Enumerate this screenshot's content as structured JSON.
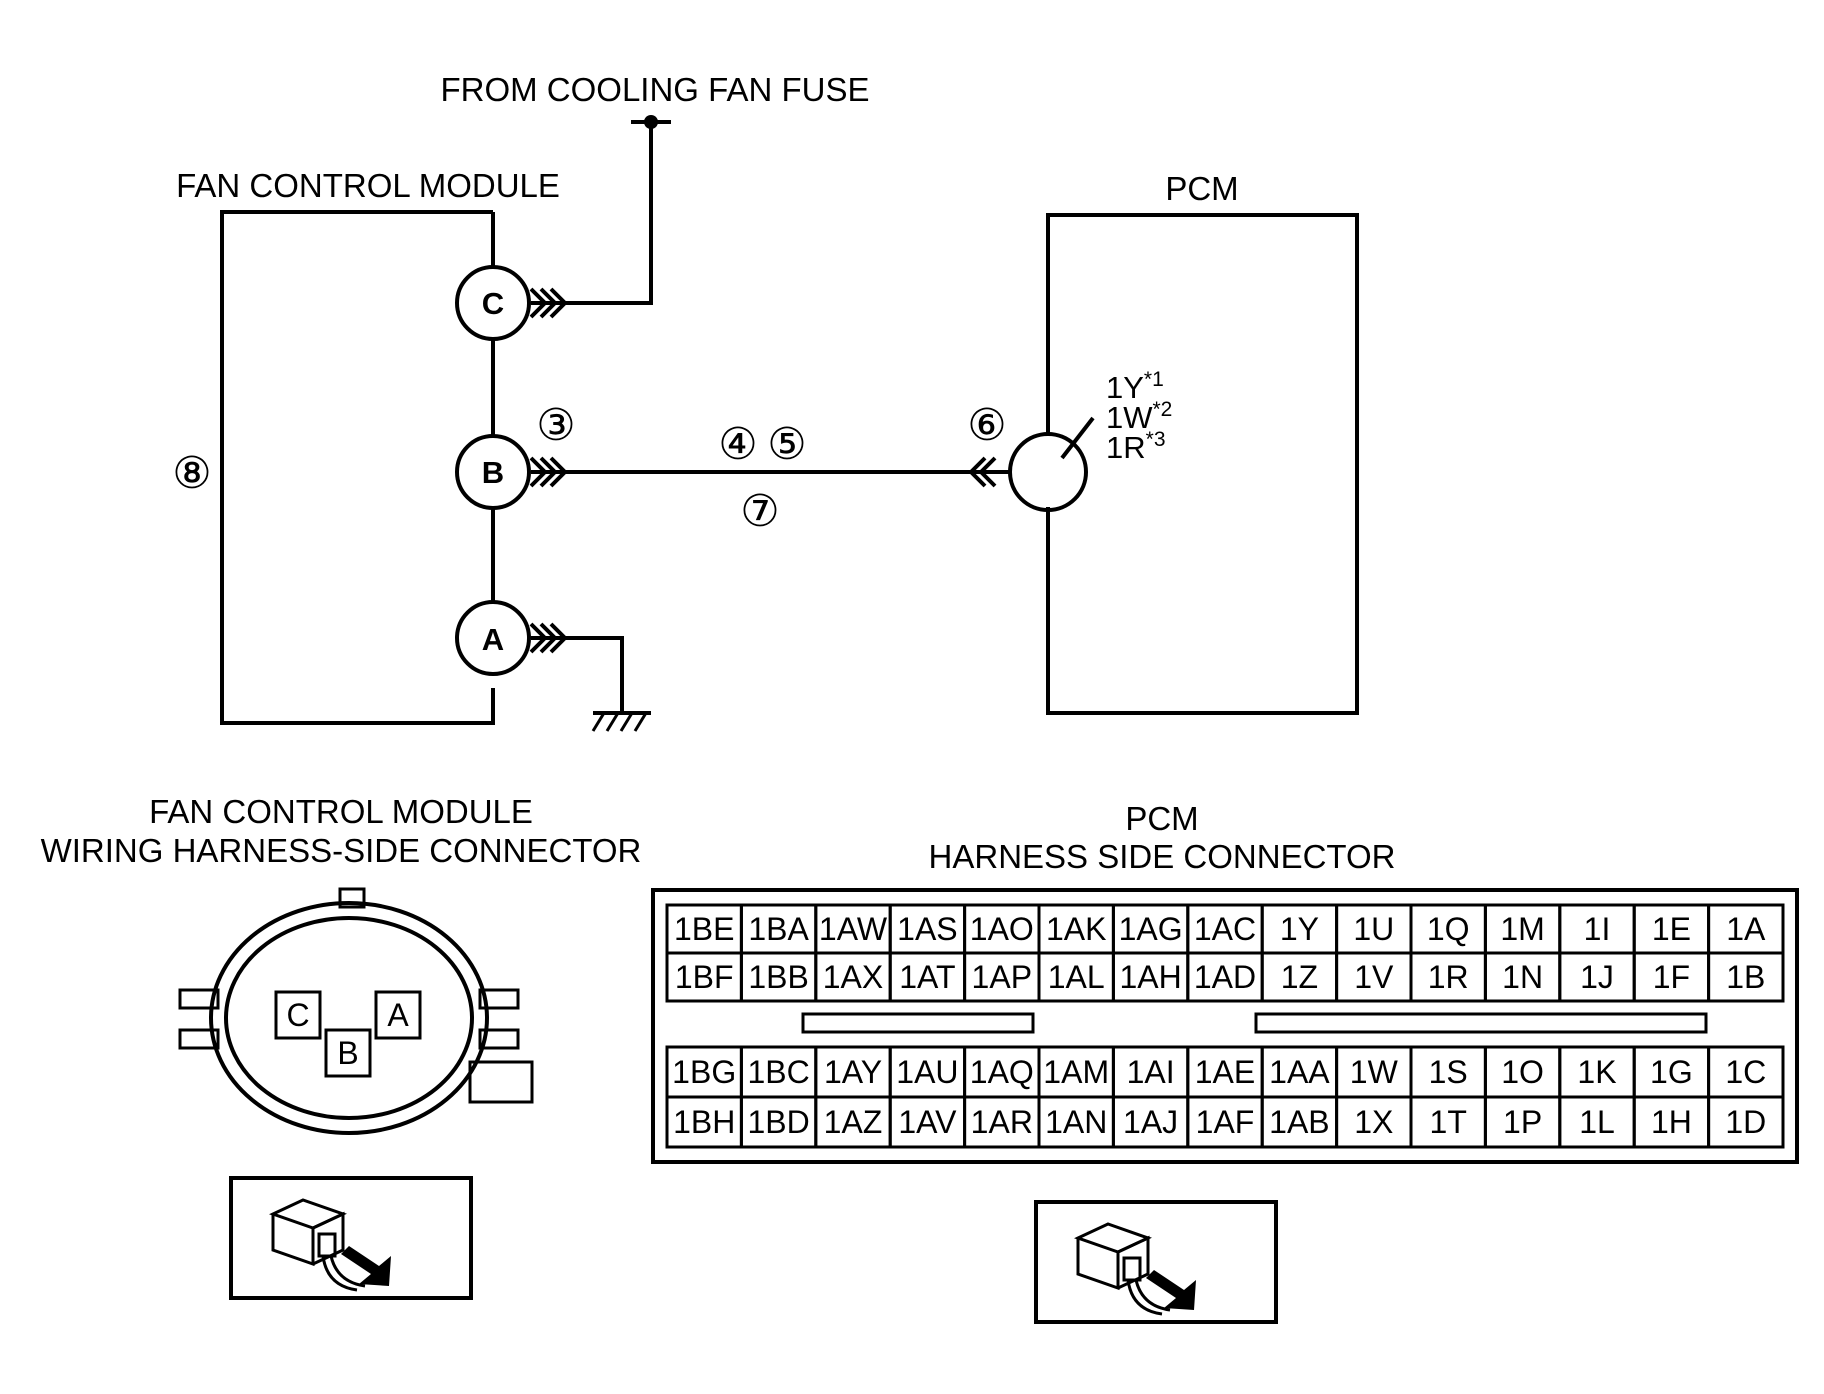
{
  "labels": {
    "fuse_source": "FROM COOLING FAN FUSE",
    "fan_control_module": "FAN CONTROL MODULE",
    "pcm": "PCM",
    "fcm_connector_title_1": "FAN CONTROL MODULE",
    "fcm_connector_title_2": "WIRING HARNESS-SIDE CONNECTOR",
    "pcm_connector_title_1": "PCM",
    "pcm_connector_title_2": "HARNESS SIDE CONNECTOR"
  },
  "fcm_terminals": [
    "C",
    "B",
    "A"
  ],
  "pcm_terminals": [
    {
      "name": "1Y",
      "note": "*1"
    },
    {
      "name": "1W",
      "note": "*2"
    },
    {
      "name": "1R",
      "note": "*3"
    }
  ],
  "step_markers": {
    "fcm_body": "⑧",
    "terminal_b": "③",
    "wire_top_1": "④",
    "wire_top_2": "⑤",
    "wire_bottom": "⑦",
    "pcm_terminal": "⑥"
  },
  "fcm_connector_pins": [
    "C",
    "B",
    "A"
  ],
  "pcm_connector": {
    "top_rows": [
      [
        "1BE",
        "1BA",
        "1AW",
        "1AS",
        "1AO",
        "1AK",
        "1AG",
        "1AC",
        "1Y",
        "1U",
        "1Q",
        "1M",
        "1I",
        "1E",
        "1A"
      ],
      [
        "1BF",
        "1BB",
        "1AX",
        "1AT",
        "1AP",
        "1AL",
        "1AH",
        "1AD",
        "1Z",
        "1V",
        "1R",
        "1N",
        "1J",
        "1F",
        "1B"
      ]
    ],
    "bottom_rows": [
      [
        "1BG",
        "1BC",
        "1AY",
        "1AU",
        "1AQ",
        "1AM",
        "1AI",
        "1AE",
        "1AA",
        "1W",
        "1S",
        "1O",
        "1K",
        "1G",
        "1C"
      ],
      [
        "1BH",
        "1BD",
        "1AZ",
        "1AV",
        "1AR",
        "1AN",
        "1AJ",
        "1AF",
        "1AB",
        "1X",
        "1T",
        "1P",
        "1L",
        "1H",
        "1D"
      ]
    ]
  }
}
